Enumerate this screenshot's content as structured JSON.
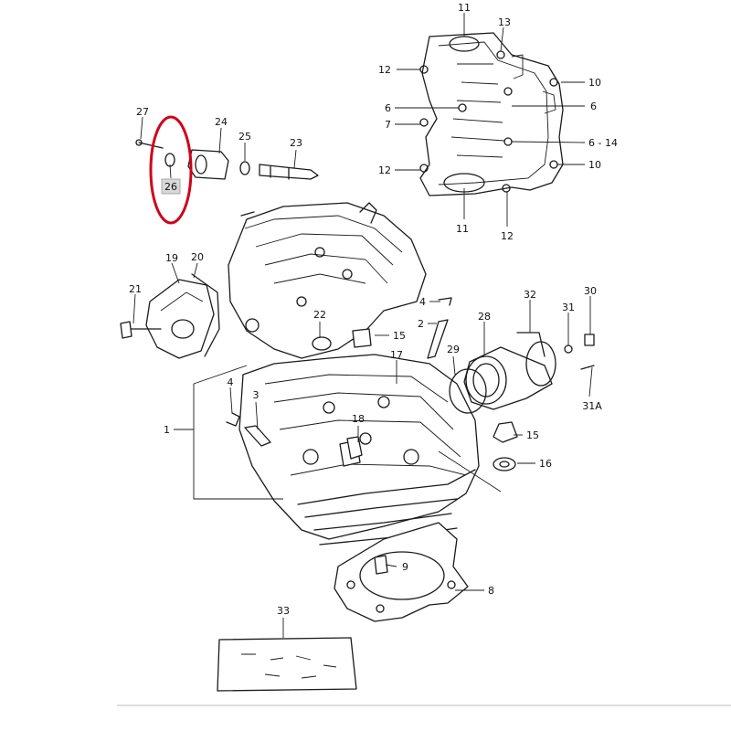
{
  "colors": {
    "line": "#1a1a1a",
    "highlight": "#d0021b",
    "label_box": "#d8d8d8"
  },
  "parts": {
    "p1": "1",
    "p2": "2",
    "p3": "3",
    "p4a": "4",
    "p4b": "4",
    "p6a": "6",
    "p6b": "6",
    "p6_14": "6 - 14",
    "p7": "7",
    "p8": "8",
    "p9": "9",
    "p10a": "10",
    "p10b": "10",
    "p11a": "11",
    "p11b": "11",
    "p12a": "12",
    "p12b": "12",
    "p12c": "12",
    "p13": "13",
    "p15a": "15",
    "p15b": "15",
    "p16": "16",
    "p17": "17",
    "p18": "18",
    "p19": "19",
    "p20": "20",
    "p21": "21",
    "p22": "22",
    "p23": "23",
    "p24": "24",
    "p25": "25",
    "p26": "26",
    "p27": "27",
    "p28": "28",
    "p29": "29",
    "p30": "30",
    "p31": "31",
    "p31a": "31A",
    "p32": "32",
    "p33": "33"
  },
  "highlighted_part": "26"
}
